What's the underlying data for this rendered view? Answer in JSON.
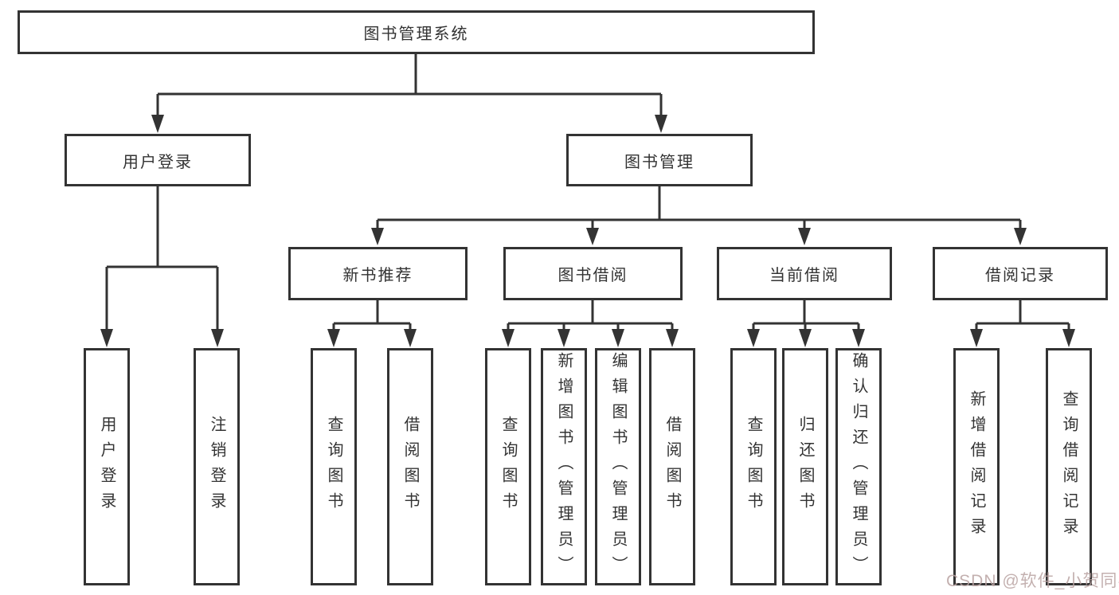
{
  "diagram_title": "图书管理系统",
  "nodes": {
    "root": {
      "label": "图书管理系统"
    },
    "level2": [
      {
        "label": "用户登录",
        "parent": "图书管理系统"
      },
      {
        "label": "图书管理",
        "parent": "图书管理系统"
      }
    ],
    "level3": [
      {
        "label": "新书推荐",
        "parent": "图书管理"
      },
      {
        "label": "图书借阅",
        "parent": "图书管理"
      },
      {
        "label": "当前借阅",
        "parent": "图书管理"
      },
      {
        "label": "借阅记录",
        "parent": "图书管理"
      }
    ],
    "level4": [
      {
        "label": "用户登录",
        "parent": "用户登录"
      },
      {
        "label": "注销登录",
        "parent": "用户登录"
      },
      {
        "label": "查询图书",
        "parent": "新书推荐"
      },
      {
        "label": "借阅图书",
        "parent": "新书推荐"
      },
      {
        "label": "查询图书",
        "parent": "图书借阅"
      },
      {
        "label": "新增图书（管理员）",
        "parent": "图书借阅"
      },
      {
        "label": "编辑图书（管理员）",
        "parent": "图书借阅"
      },
      {
        "label": "借阅图书",
        "parent": "图书借阅"
      },
      {
        "label": "查询图书",
        "parent": "当前借阅"
      },
      {
        "label": "归还图书",
        "parent": "当前借阅"
      },
      {
        "label": "确认归还（管理员）",
        "parent": "当前借阅"
      },
      {
        "label": "新增借阅记录",
        "parent": "借阅记录"
      },
      {
        "label": "查询借阅记录",
        "parent": "借阅记录"
      }
    ]
  },
  "watermark": "CSDN @软件_小贺同学",
  "colors": {
    "line": "#333333",
    "text": "#333333",
    "background": "#ffffff",
    "watermark": "#b9a3a2"
  }
}
